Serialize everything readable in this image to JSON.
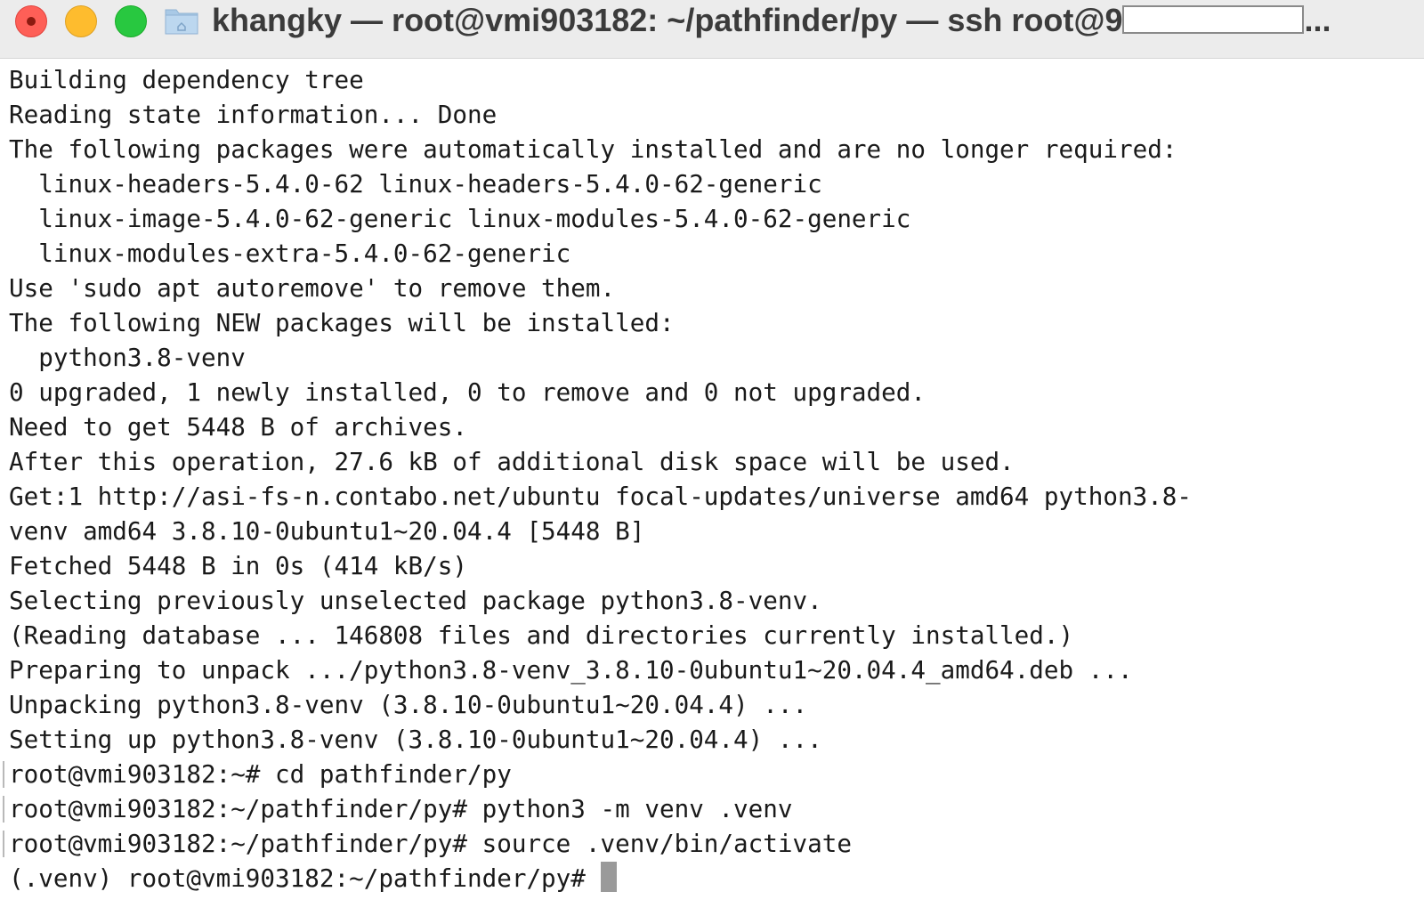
{
  "window": {
    "title_prefix": "khangky — root@vmi903182: ~/pathfinder/py — ssh root@9",
    "title_suffix": "..."
  },
  "terminal": {
    "lines": [
      "Building dependency tree",
      "Reading state information... Done",
      "The following packages were automatically installed and are no longer required:",
      "  linux-headers-5.4.0-62 linux-headers-5.4.0-62-generic",
      "  linux-image-5.4.0-62-generic linux-modules-5.4.0-62-generic",
      "  linux-modules-extra-5.4.0-62-generic",
      "Use 'sudo apt autoremove' to remove them.",
      "The following NEW packages will be installed:",
      "  python3.8-venv",
      "0 upgraded, 1 newly installed, 0 to remove and 0 not upgraded.",
      "Need to get 5448 B of archives.",
      "After this operation, 27.6 kB of additional disk space will be used.",
      "Get:1 http://asi-fs-n.contabo.net/ubuntu focal-updates/universe amd64 python3.8-",
      "venv amd64 3.8.10-0ubuntu1~20.04.4 [5448 B]",
      "Fetched 5448 B in 0s (414 kB/s)",
      "Selecting previously unselected package python3.8-venv.",
      "(Reading database ... 146808 files and directories currently installed.)",
      "Preparing to unpack .../python3.8-venv_3.8.10-0ubuntu1~20.04.4_amd64.deb ...",
      "Unpacking python3.8-venv (3.8.10-0ubuntu1~20.04.4) ...",
      "Setting up python3.8-venv (3.8.10-0ubuntu1~20.04.4) ...",
      "root@vmi903182:~# cd pathfinder/py",
      "root@vmi903182:~/pathfinder/py# python3 -m venv .venv",
      "root@vmi903182:~/pathfinder/py# source .venv/bin/activate"
    ],
    "prompt": "(.venv) root@vmi903182:~/pathfinder/py# "
  }
}
